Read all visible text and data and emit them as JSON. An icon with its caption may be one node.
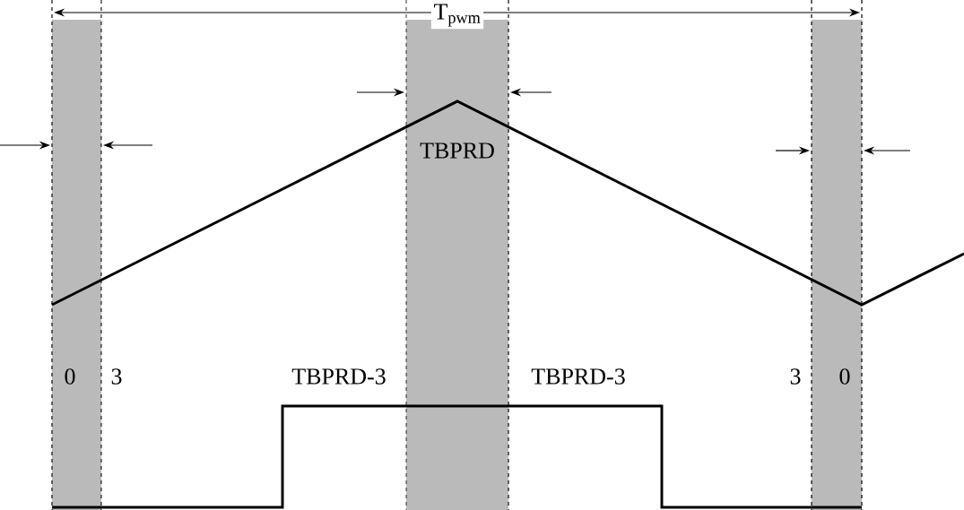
{
  "diagram": {
    "labels": [
      "T$_{pwm}$",
      "TBPRD",
      "0",
      "3",
      "TBPRD-3",
      "TBPRD-3",
      "3",
      "0"
    ]
  }
}
